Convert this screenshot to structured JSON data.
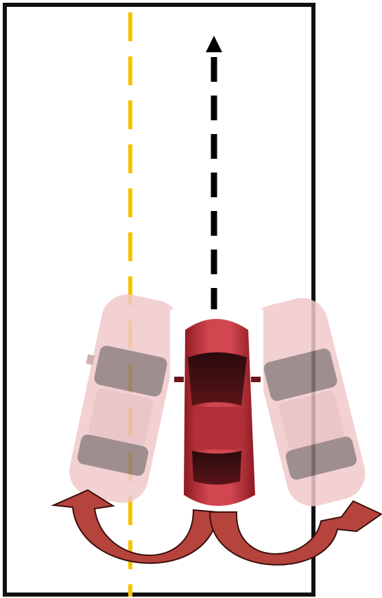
{
  "diagram": {
    "kind": "car-skid-swerve",
    "colors": {
      "road_border": "#111111",
      "center_line": "#f5c400",
      "direction_arrow": "#000000",
      "car_body": "#c0333f",
      "car_body_dark": "#7a1218",
      "ghost_car": "#e9b9bd",
      "ghost_glass": "#9a8486",
      "swerve_arrow_fill": "#b5443c",
      "swerve_arrow_stroke": "#3a0e0c"
    },
    "elements": {
      "road": "road-outline",
      "center_line": "yellow-dashed-center-line",
      "direction_arrow": "intended-direction-arrow",
      "car_main": "car-main",
      "car_ghost_left": "car-ghost-left",
      "car_ghost_right": "car-ghost-right",
      "swerve_left": "swerve-arrow-left",
      "swerve_right": "swerve-arrow-right"
    }
  }
}
